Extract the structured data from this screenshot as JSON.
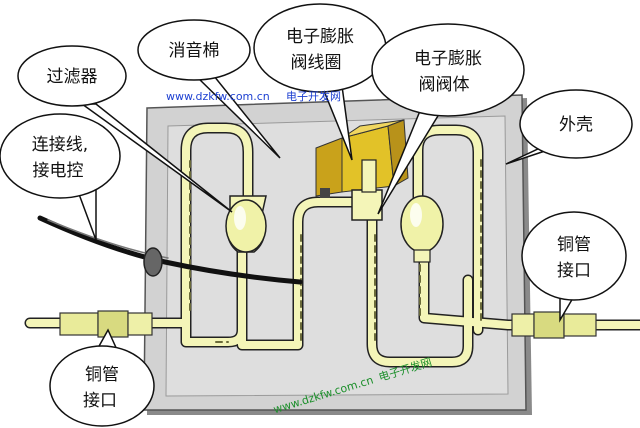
{
  "labels": {
    "filter": "过滤器",
    "muffler": "消音棉",
    "coil_line1": "电子膨胀",
    "coil_line2": "阀线圈",
    "valve_line1": "电子膨胀",
    "valve_line2": "阀阀体",
    "cable_line1": "连接线,",
    "cable_line2": "接电控",
    "shell": "外壳",
    "copper_right_line1": "铜管",
    "copper_right_line2": "接口",
    "copper_left_line1": "铜管",
    "copper_left_line2": "接口"
  },
  "watermarks": {
    "top_url": "www.dzkfw.com.cn",
    "top_name": "电子开发网",
    "bottom_url": "www.dzkfw.com.cn",
    "bottom_name": "电子开发网"
  },
  "colors": {
    "pipe_fill": "#f4f5b8",
    "pipe_stroke": "#222222",
    "coil": "#e0be1e",
    "shell": "#cfcfcf",
    "watermark_blue": "#1c3fd1",
    "watermark_green": "#1b8f2a"
  }
}
